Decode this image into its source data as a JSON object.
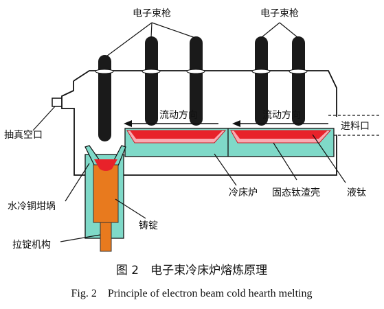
{
  "labels": {
    "gun_left": "电子束枪",
    "gun_right": "电子束枪",
    "flow_left": "流动方向",
    "flow_right": "流动方向",
    "feed_port": "进料口",
    "vacuum_port": "抽真空口",
    "crucible": "水冷铜坩埚",
    "ingot": "铸锭",
    "puller": "拉锭机构",
    "hearth": "冷床炉",
    "skull": "固态钛渣壳",
    "liquid": "液钛"
  },
  "caption": {
    "cn": "图 2　电子束冷床炉熔炼原理",
    "en": "Fig. 2　Principle of electron beam cold hearth melting"
  },
  "colors": {
    "gun": "#1a1a1a",
    "hearth": "#7fd9c8",
    "melt": "#e8222a",
    "ingot": "#e87a1e",
    "outline": "#111111"
  }
}
